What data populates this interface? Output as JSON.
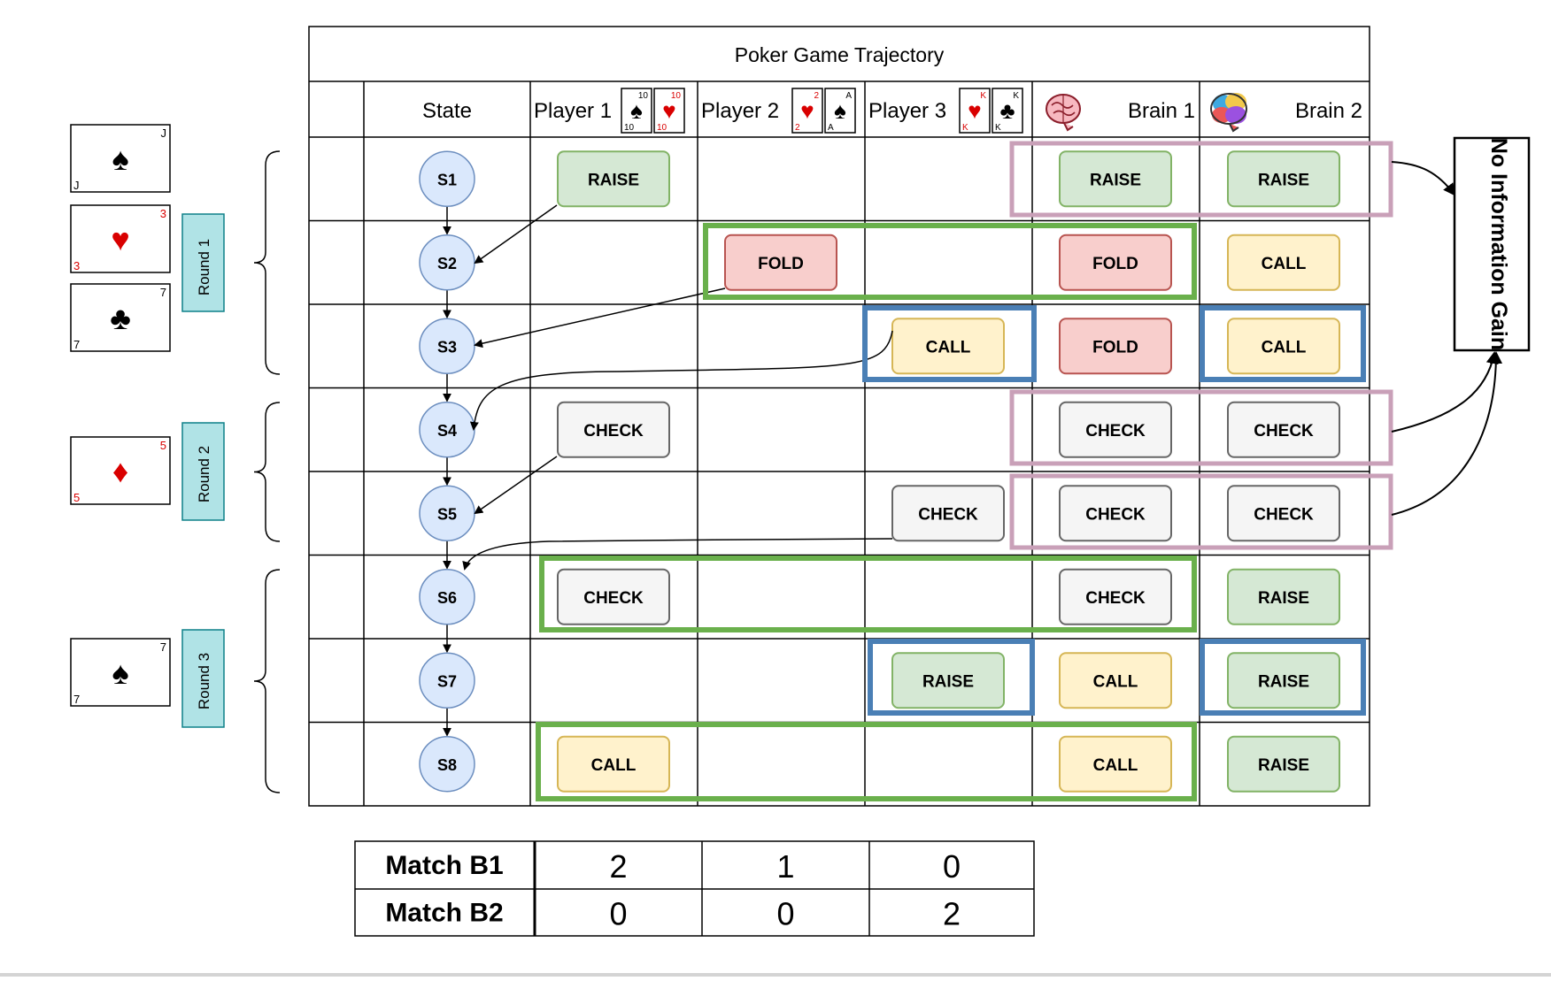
{
  "title": "Poker Game Trajectory",
  "columns": {
    "state": "State",
    "player1": "Player 1",
    "player2": "Player 2",
    "player3": "Player 3",
    "brain1": "Brain 1",
    "brain2": "Brain 2"
  },
  "states": [
    "S1",
    "S2",
    "S3",
    "S4",
    "S5",
    "S6",
    "S7",
    "S8"
  ],
  "actions": {
    "player1": [
      "RAISE",
      "",
      "",
      "CHECK",
      "",
      "CHECK",
      "",
      "CALL"
    ],
    "player2": [
      "",
      "FOLD",
      "",
      "",
      "",
      "",
      "",
      ""
    ],
    "player3": [
      "",
      "",
      "CALL",
      "",
      "CHECK",
      "",
      "RAISE",
      ""
    ],
    "brain1": [
      "RAISE",
      "FOLD",
      "FOLD",
      "CHECK",
      "CHECK",
      "CHECK",
      "CALL",
      "CALL"
    ],
    "brain2": [
      "RAISE",
      "CALL",
      "CALL",
      "CHECK",
      "CHECK",
      "RAISE",
      "RAISE",
      "RAISE"
    ]
  },
  "action_colors": {
    "RAISE": {
      "fill": "#d5e8d4",
      "stroke": "#82b366"
    },
    "FOLD": {
      "fill": "#f8cecc",
      "stroke": "#b85450"
    },
    "CALL": {
      "fill": "#fff2cc",
      "stroke": "#d6b656"
    },
    "CHECK": {
      "fill": "#f5f5f5",
      "stroke": "#666666"
    }
  },
  "highlight_colors": {
    "match_b1": "#6ab04c",
    "match_b2": "#4a7fb5",
    "no_gain": "#c9a0b8"
  },
  "rounds": [
    "Round 1",
    "Round 2",
    "Round 3"
  ],
  "no_info_gain": "No Information Gain",
  "cards": {
    "board": [
      {
        "rank": "J",
        "suit": "♠"
      },
      {
        "rank": "3",
        "suit": "♥"
      },
      {
        "rank": "7",
        "suit": "♣"
      },
      {
        "rank": "5",
        "suit": "♦"
      },
      {
        "rank": "7",
        "suit": "♠"
      }
    ],
    "player1": [
      {
        "rank": "10",
        "suit": "♠"
      },
      {
        "rank": "10",
        "suit": "♥"
      }
    ],
    "player2": [
      {
        "rank": "2",
        "suit": "♥"
      },
      {
        "rank": "A",
        "suit": "♠"
      }
    ],
    "player3": [
      {
        "rank": "K",
        "suit": "♥"
      },
      {
        "rank": "K",
        "suit": "♣"
      }
    ]
  },
  "match_table": {
    "rows": [
      {
        "label": "Match B1",
        "values": [
          "2",
          "1",
          "0"
        ]
      },
      {
        "label": "Match B2",
        "values": [
          "0",
          "0",
          "2"
        ]
      }
    ]
  }
}
